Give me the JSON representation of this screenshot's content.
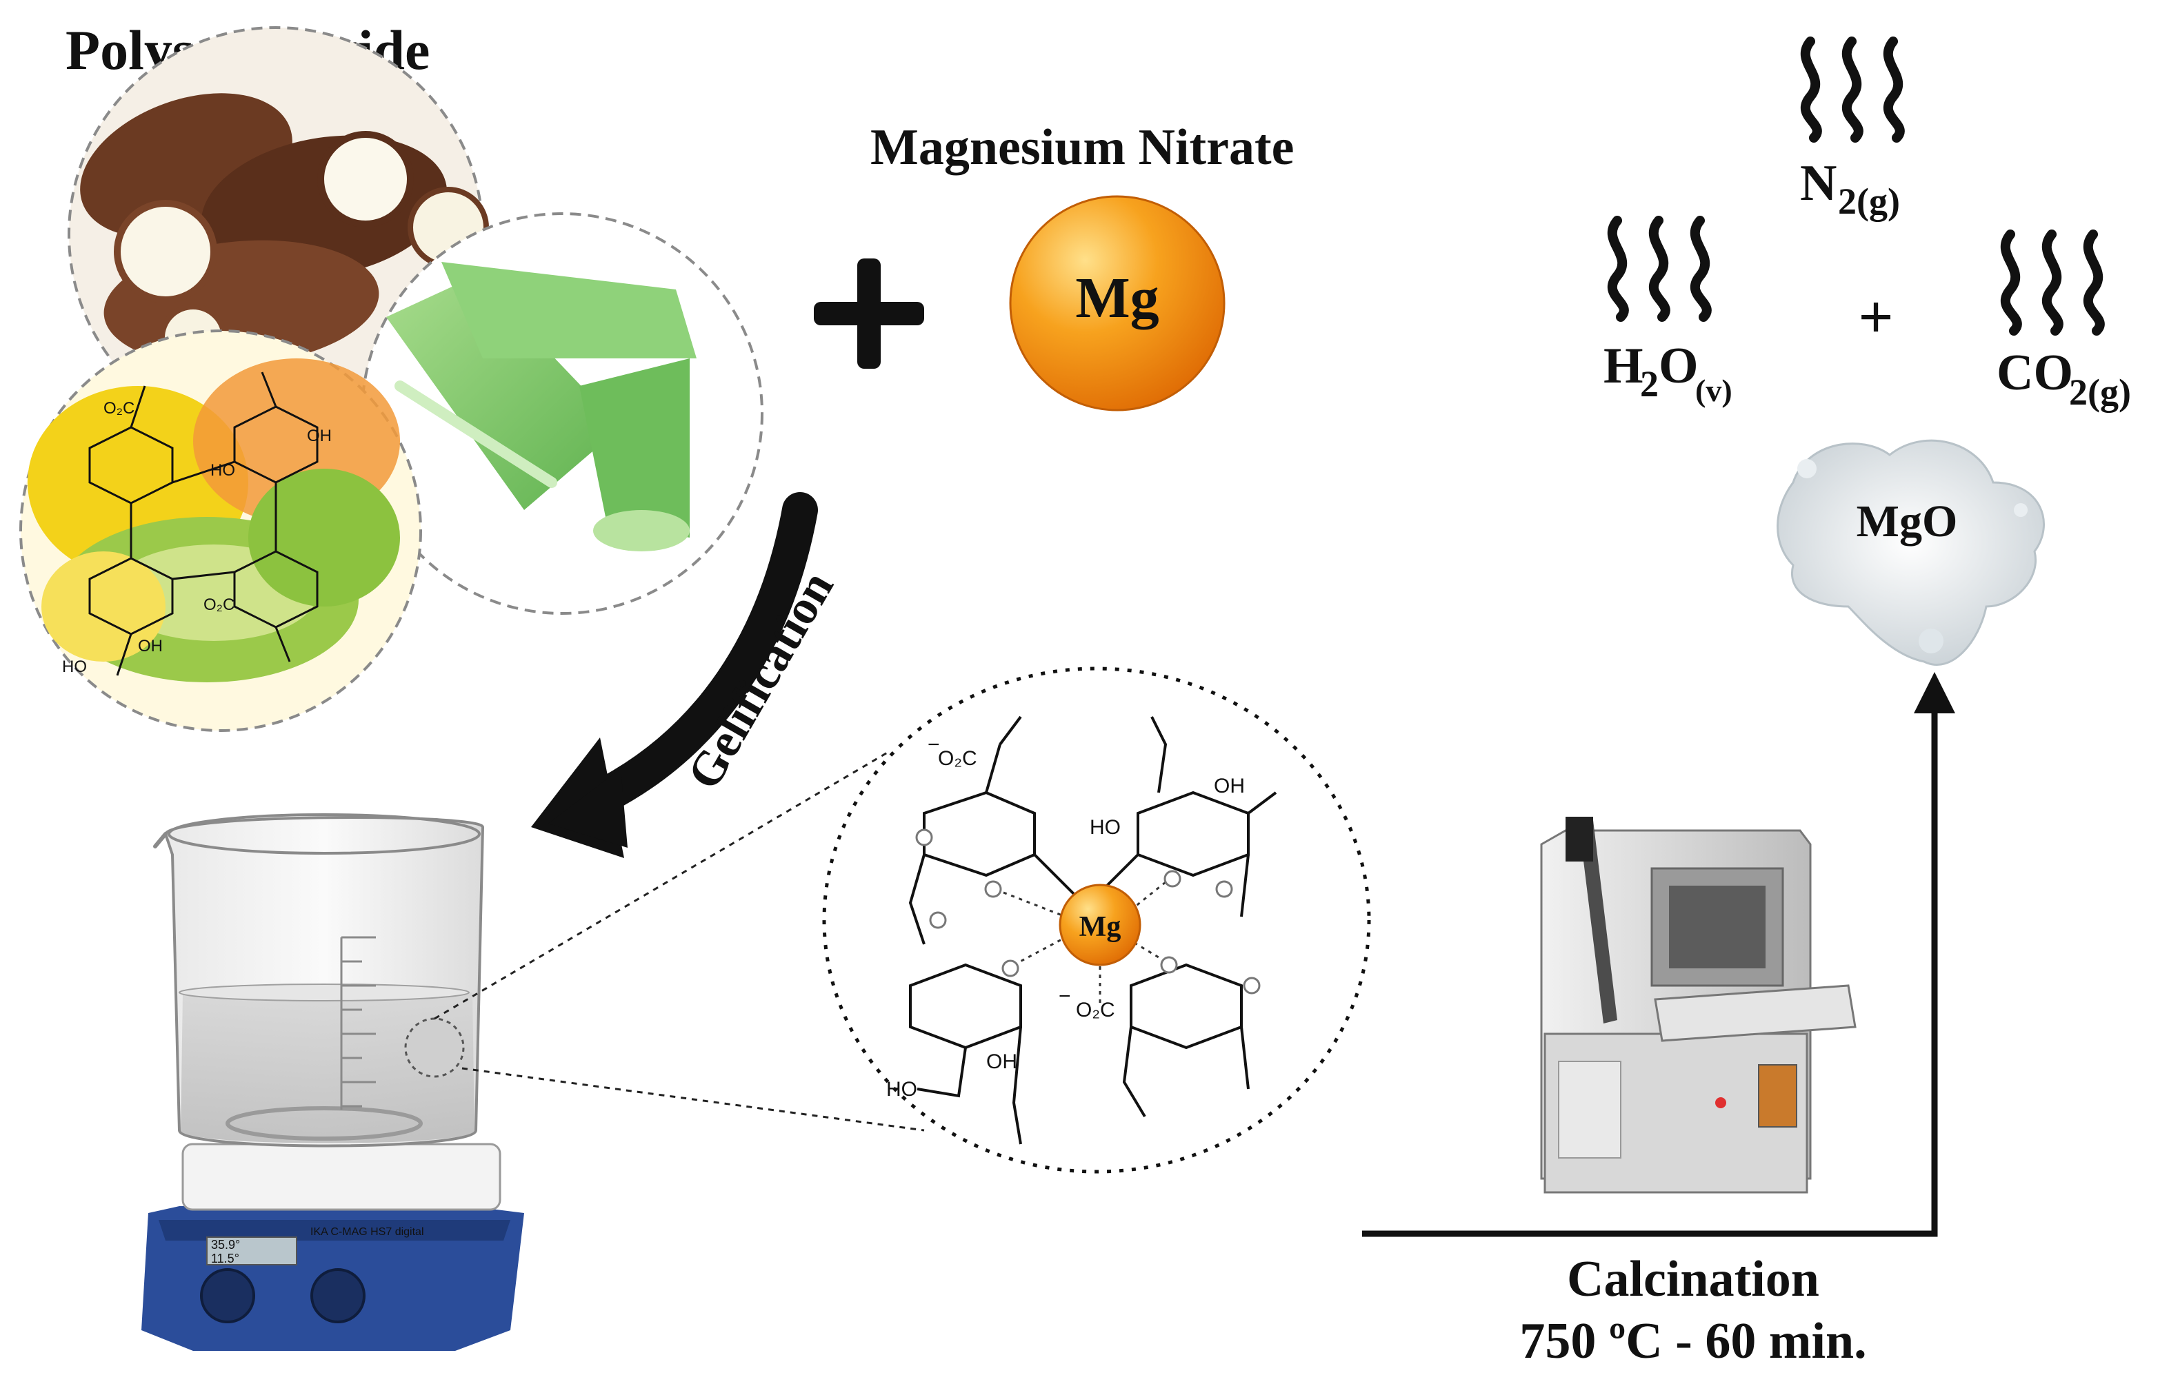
{
  "labels": {
    "polysaccharide": "Polysaccharide",
    "magnesium_nitrate": "Magnesium Nitrate",
    "mg_sphere": "Mg",
    "mg_complex": "Mg",
    "gelification": "Gelification",
    "mgo": "MgO",
    "plus": "+",
    "calcination": "Calcination",
    "calcination_conditions": "750 ºC - 60 min."
  },
  "gases": {
    "n2": {
      "main": "N",
      "sub": "2(g)"
    },
    "h2o": {
      "pre": "H",
      "sub1": "2",
      "mid": "O",
      "sub2": "(v)"
    },
    "co2": {
      "main": "CO",
      "sub": "2(g)"
    }
  },
  "molecule_labels": {
    "o2c": "O₂C",
    "oh": "OH",
    "ho": "HO",
    "minus": "−"
  },
  "hotplate": {
    "brand": "IKA C-MAG HS7 digital",
    "display_top": "35.9°",
    "display_bottom": "11.5°"
  },
  "colors": {
    "mg_orange": "#f08a0c",
    "mg_highlight": "#ffd36b",
    "hotplate_blue": "#2b4d9a",
    "aloe_green": "#7fc96a",
    "cassava_brown": "#6b3a22",
    "citrus_yellow": "#f3d21a",
    "lime_green": "#9bc94a",
    "text": "#111111"
  }
}
